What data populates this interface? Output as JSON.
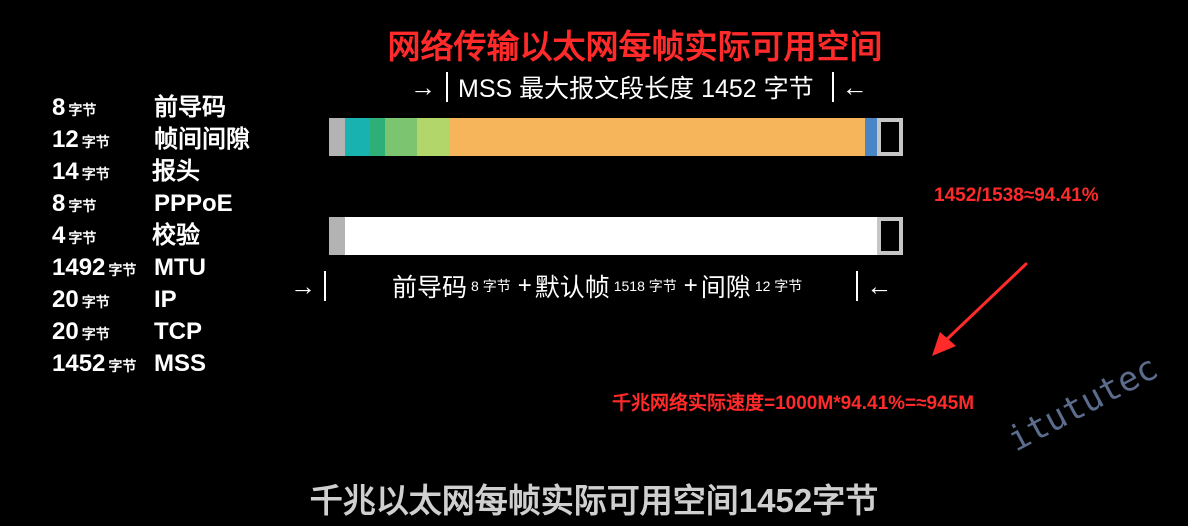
{
  "title": "网络传输以太网每帧实际可用空间",
  "mss_label": {
    "left_arrow": "→",
    "text": "MSS 最大报文段长度 1452 字节",
    "right_arrow": "←"
  },
  "legend": [
    {
      "num": "8",
      "unit": "字节",
      "name": "前导码"
    },
    {
      "num": "12",
      "unit": "字节",
      "name": "帧间间隙"
    },
    {
      "num": "14",
      "unit": "字节",
      "name": "报头"
    },
    {
      "num": "8",
      "unit": "字节",
      "name": "PPPoE"
    },
    {
      "num": "4",
      "unit": "字节",
      "name": "校验"
    },
    {
      "num": "1492",
      "unit": "字节",
      "name": "MTU"
    },
    {
      "num": "20",
      "unit": "字节",
      "name": "IP"
    },
    {
      "num": "20",
      "unit": "字节",
      "name": "TCP"
    },
    {
      "num": "1452",
      "unit": "字节",
      "name": "MSS"
    }
  ],
  "colors": {
    "title_red": "#ff2a2a",
    "preamble_gray": "#b3b3b3",
    "header_teal": "#18b3b0",
    "pppoe_green": "#2faf78",
    "ip_green": "#7cc46f",
    "tcp_green": "#b3d66a",
    "mss_orange": "#f6b55a",
    "checksum_blue": "#4a86c6",
    "gap_outline": "#c6c6c6",
    "frame_white": "#ffffff",
    "caption_gray": "#cfcfcf",
    "watermark_blue": "#6d7fa6"
  },
  "bottom_label": {
    "left_arrow": "→",
    "part1": "前导码",
    "part1_small": "8 字节",
    "plus1": "+",
    "part2": "默认帧",
    "part2_small": "1518 字节",
    "plus2": "+",
    "part3": "间隙",
    "part3_small": "12 字节",
    "right_arrow": "←"
  },
  "ratio": "1452/1538≈94.41%",
  "speed": "千兆网络实际速度=1000M*94.41%=≈945M",
  "caption": "千兆以太网每帧实际可用空间1452字节",
  "watermark": "itututec"
}
